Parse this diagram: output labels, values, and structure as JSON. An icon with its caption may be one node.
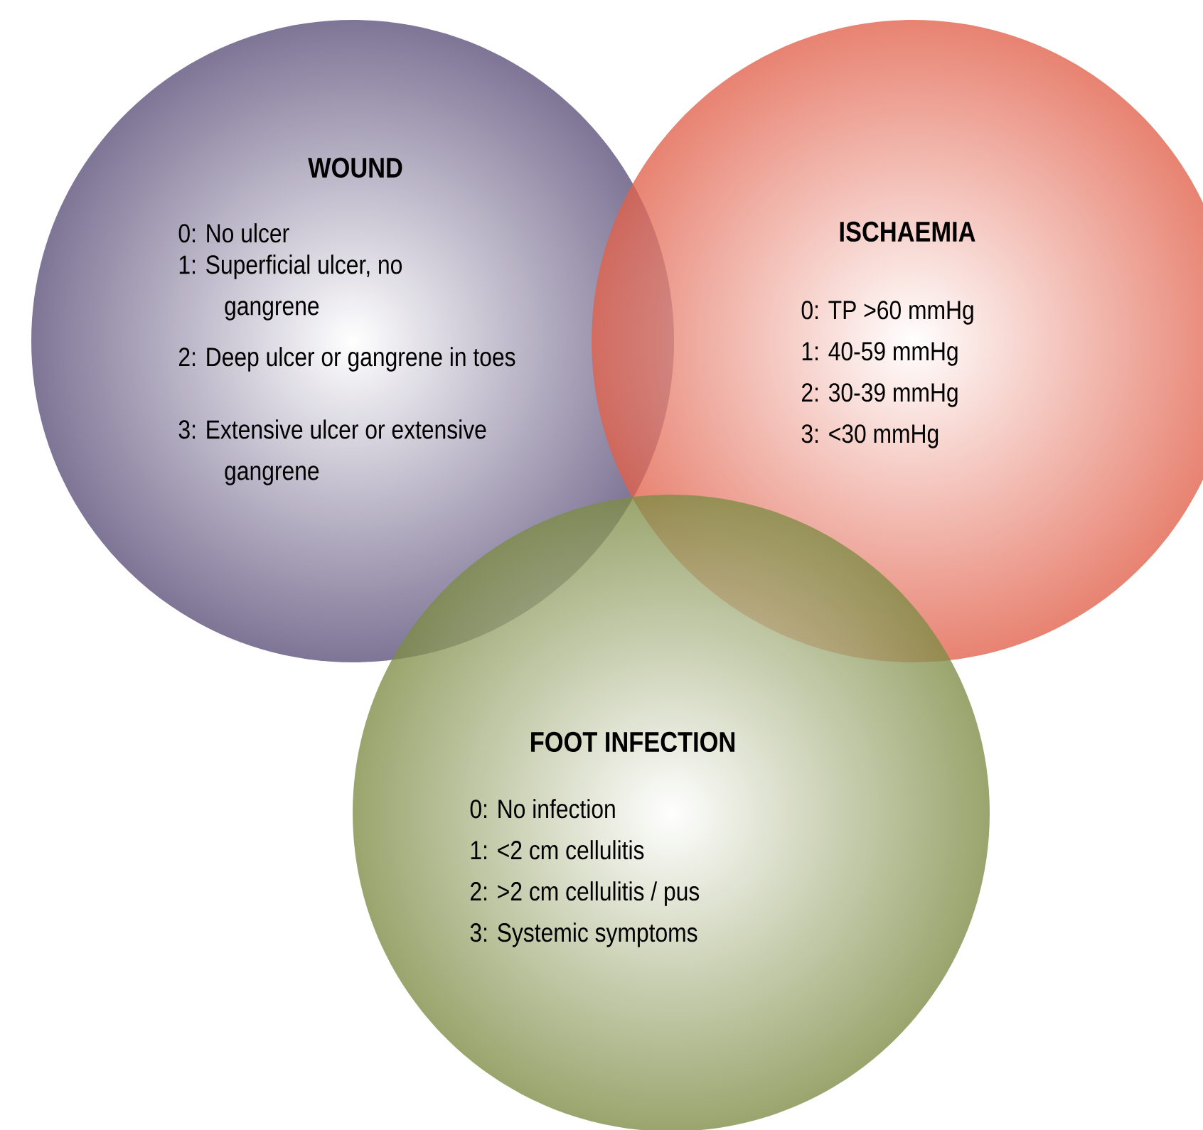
{
  "diagram": {
    "nodes": [
      {
        "text": [
          "WOUND",
          "0: No ulcer",
          "1: Superficial ulcer, no gangrene",
          "2: Deep ulcer or gangrene in toes",
          "3: Extensive ulcer or extensive gangrene"
        ]
      },
      {
        "text": [
          "ISCHAEMIA",
          "0: TP >60 mmHg",
          "1: 40-59 mmHg",
          "2: 30-39 mmHg",
          "3: <30 mmHg"
        ]
      },
      {
        "text": [
          "FOOT INFECTION",
          "0: No infection",
          "1: <2 cm cellulitis",
          "2: >2 cm cellulitis / pus",
          "3: Systemic symptoms"
        ]
      }
    ],
    "edges": []
  }
}
